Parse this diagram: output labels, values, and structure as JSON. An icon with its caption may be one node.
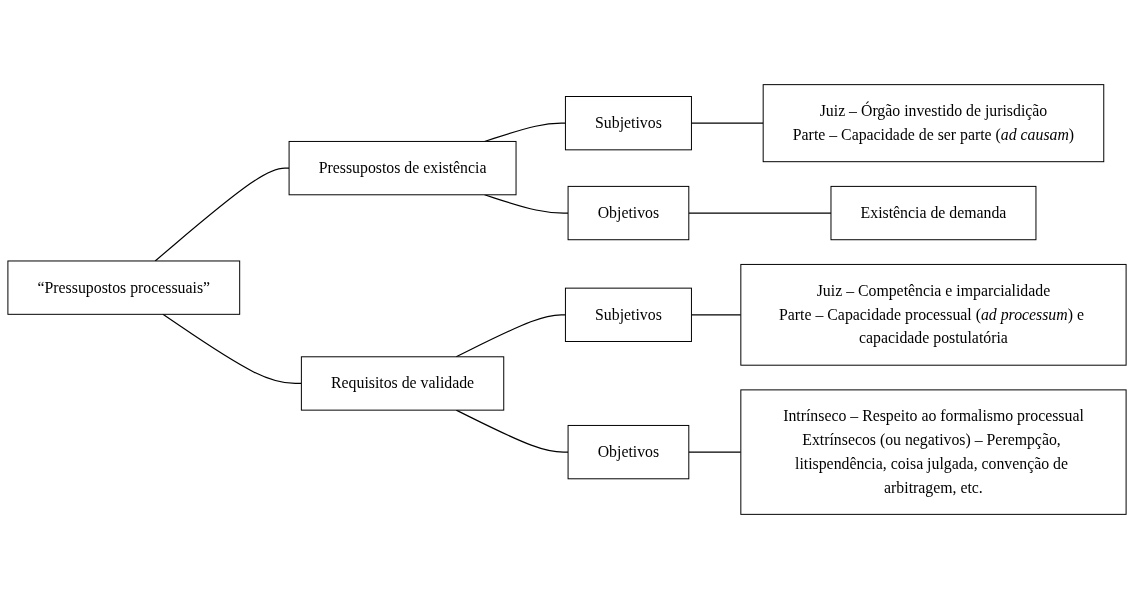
{
  "diagram": {
    "nodes": [
      {
        "text": [
          "“Pressupostos processuais”"
        ]
      },
      {
        "text": [
          "Pressupostos de existência"
        ]
      },
      {
        "text": [
          "Subjetivos"
        ]
      },
      {
        "text": [
          "Juiz – Órgão investido de jurisdição",
          "Parte – Capacidade de ser parte (*ad causam*)"
        ]
      },
      {
        "text": [
          "Objetivos"
        ]
      },
      {
        "text": [
          "Existência de demanda"
        ]
      },
      {
        "text": [
          "Requisitos de validade"
        ]
      },
      {
        "text": [
          "Subjetivos"
        ]
      },
      {
        "text": [
          "Juiz – Competência e imparcialidade",
          "Parte – Capacidade processual (*ad processum*) e capacidade postulatória"
        ]
      },
      {
        "text": [
          "Objetivos"
        ]
      },
      {
        "text": [
          "Intrínseco – Respeito ao formalismo processual",
          "Extrínsecos (ou negativos) – Perempção, litispendência, coisa julgada, convenção de arbitragem, etc."
        ]
      }
    ],
    "edges": [
      {
        "from": 0,
        "to": 1,
        "arrow": "none"
      },
      {
        "from": 0,
        "to": 6,
        "arrow": "none"
      },
      {
        "from": 1,
        "to": 2,
        "arrow": "none"
      },
      {
        "from": 1,
        "to": 4,
        "arrow": "none"
      },
      {
        "from": 2,
        "to": 3,
        "arrow": "none"
      },
      {
        "from": 4,
        "to": 5,
        "arrow": "none"
      },
      {
        "from": 6,
        "to": 7,
        "arrow": "none"
      },
      {
        "from": 6,
        "to": 9,
        "arrow": "none"
      },
      {
        "from": 7,
        "to": 8,
        "arrow": "none"
      },
      {
        "from": 9,
        "to": 10,
        "arrow": "none"
      }
    ]
  }
}
